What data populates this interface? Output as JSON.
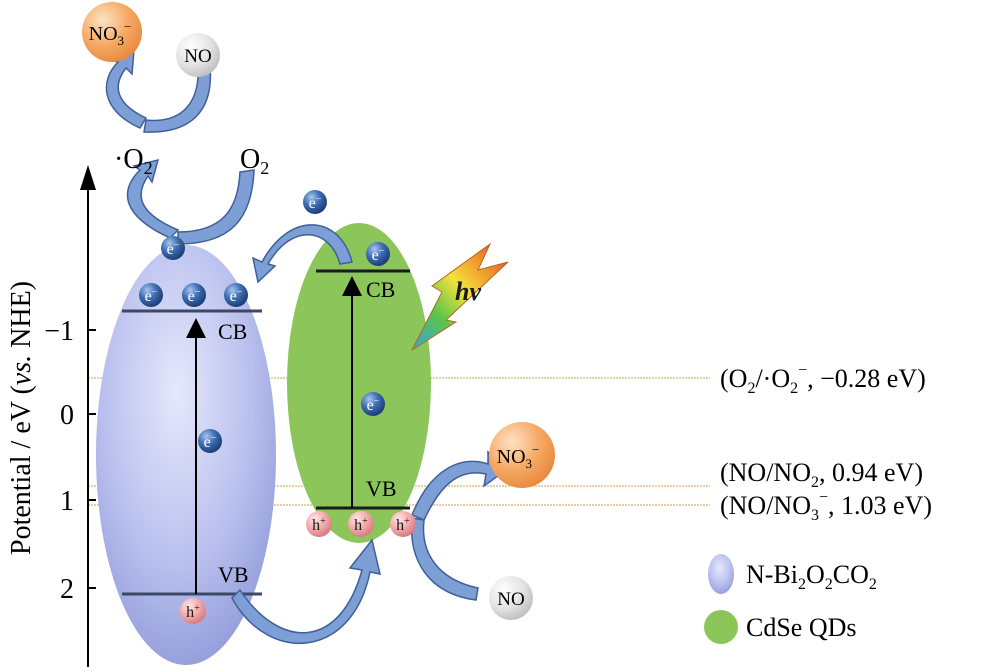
{
  "axis": {
    "label_prefix": "Potential  / eV (",
    "label_italic": "vs.",
    "label_suffix": " NHE)",
    "ticks": [
      "−1",
      "0",
      "1",
      "2"
    ]
  },
  "potentials": [
    {
      "label": "(O",
      "sub": "2",
      "mid": "/·O",
      "sub2": "2",
      "sup2": "−",
      "tail": ", −0.28 eV)"
    },
    {
      "label": "(NO/NO",
      "sub": "2",
      "tail": ", 0.94 eV)"
    },
    {
      "label": "(NO/NO",
      "sub": "3",
      "sup": "−",
      "tail": ", 1.03 eV)"
    }
  ],
  "bands": {
    "cb": "CB",
    "vb": "VB"
  },
  "carriers": {
    "electron": "e",
    "electron_sup": "−",
    "hole": "h",
    "hole_sup": "+"
  },
  "molecules": {
    "no": "NO",
    "no3_base": "NO",
    "no3_sub": "3",
    "no3_sup": "−",
    "o2_base": "O",
    "o2_sub": "2",
    "superoxide_dot": "·",
    "superoxide_base": "O",
    "superoxide_sub": "2"
  },
  "light": {
    "label": "hv"
  },
  "legend": [
    {
      "text_a": "N-Bi",
      "sub_a": "2",
      "text_b": "O",
      "sub_b": "2",
      "text_c": "CO",
      "sub_c": "2",
      "color": "#b7bde9"
    },
    {
      "text_a": "CdSe QDs",
      "color": "#8cc65a"
    }
  ],
  "colors": {
    "nbi_fill": "#aab3e6",
    "cdse_fill": "#8cc65a",
    "electron": "#3f6fb3",
    "hole": "#f0a2a4",
    "arrow": "#7d9fd6",
    "no3_ball": "#f5a35a",
    "no_ball": "#d8d8d8",
    "guide": "#c8a048"
  }
}
